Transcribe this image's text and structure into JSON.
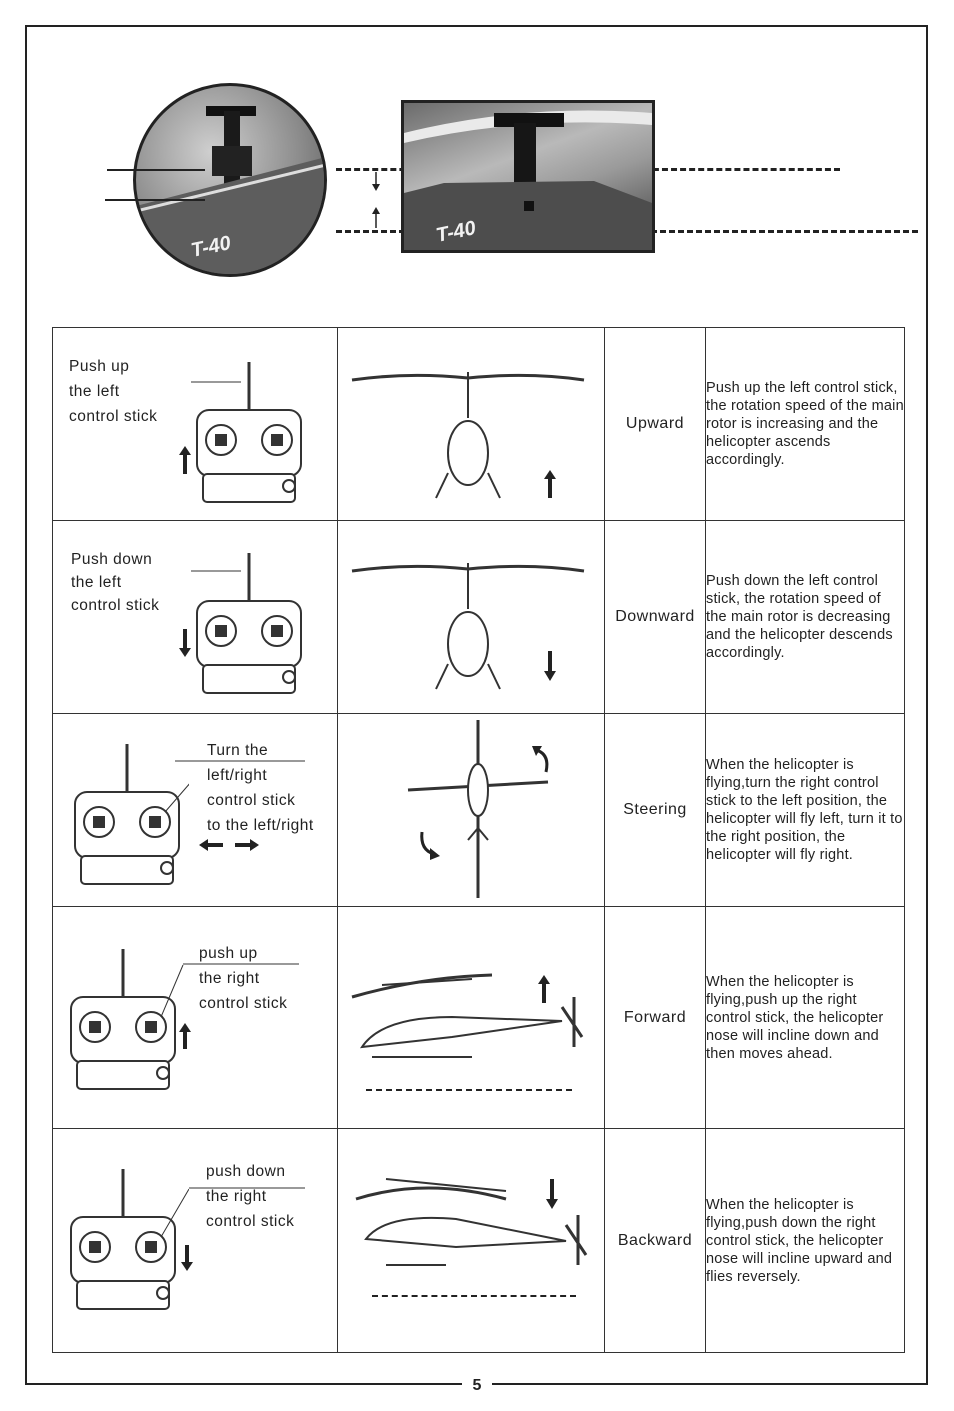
{
  "page": {
    "number": "5",
    "photo_label": "T-40"
  },
  "rows": [
    {
      "instruction": [
        "Push up",
        "the left",
        "control  stick"
      ],
      "action": "Upward",
      "description": "Push up the left control stick, the rotation speed of the main rotor is increasing and the helicopter ascends accordingly."
    },
    {
      "instruction": [
        "Push down",
        "the left",
        "control  stick"
      ],
      "action": "Downward",
      "description": "Push down the left control stick, the rotation speed of the main rotor is decreasing and the helicopter descends accordingly."
    },
    {
      "instruction": [
        "Turn the",
        "left/right",
        "control stick",
        "to the left/right"
      ],
      "action": "Steering",
      "description": "When the helicopter is flying,turn the right control stick to the left position, the helicopter will fly left, turn it to the right position, the helicopter will fly right."
    },
    {
      "instruction": [
        "push up",
        "the right",
        "control stick"
      ],
      "action": "Forward",
      "description": "When the helicopter is flying,push up the right control stick, the helicopter nose will incline down and then moves ahead."
    },
    {
      "instruction": [
        "push down",
        "the right",
        "control stick"
      ],
      "action": "Backward",
      "description": "When the helicopter is flying,push down the right control stick, the helicopter nose will incline upward and flies reversely."
    }
  ]
}
